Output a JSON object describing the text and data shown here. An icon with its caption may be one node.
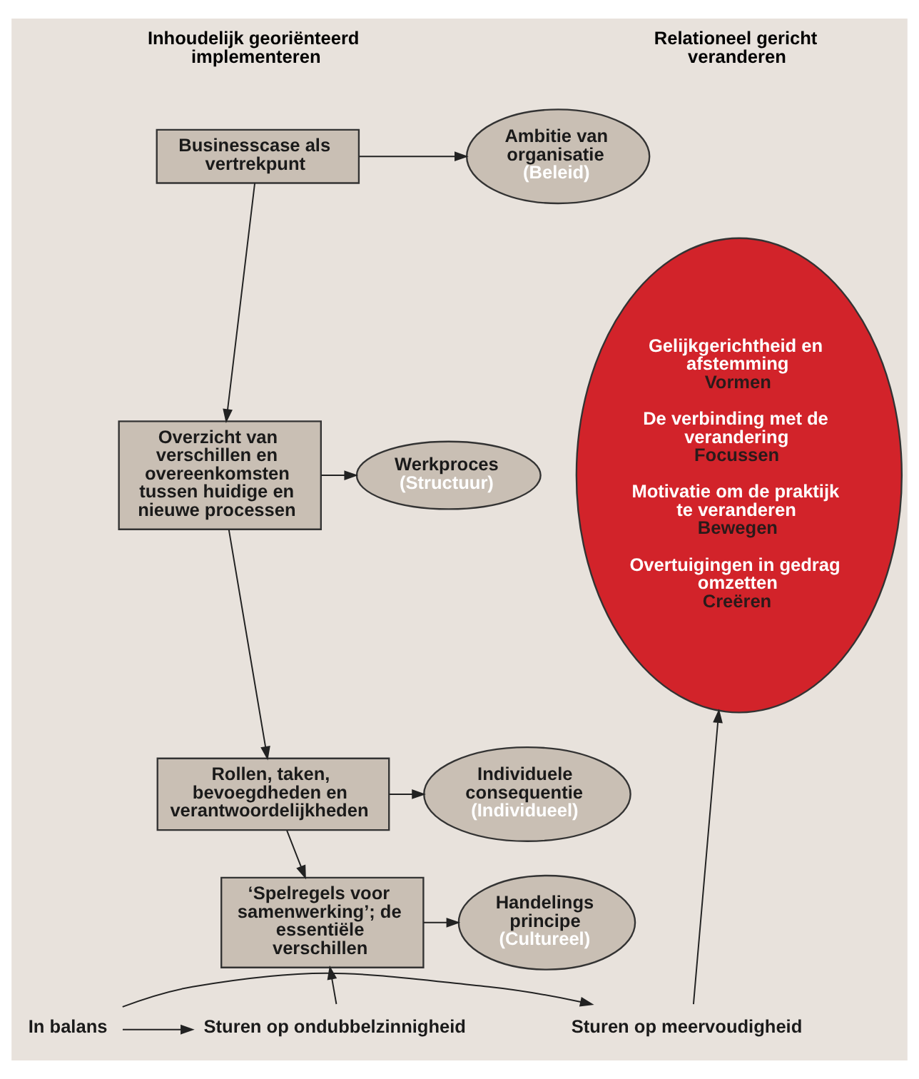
{
  "diagram": {
    "nodes": [
      {
        "text": [
          "Businesscase als vertrekpunt"
        ]
      },
      {
        "text": [
          "Overzicht van verschillen en overeenkomsten tussen huidige en nieuwe processen"
        ]
      },
      {
        "text": [
          "Rollen, taken, bevoegdheden en verantwoordelijkheden"
        ]
      },
      {
        "text": [
          "‘Spelregels voor samenwerking’; de essentiële verschillen"
        ]
      },
      {
        "text": [
          "Ambitie van organisatie",
          "(Beleid)"
        ]
      },
      {
        "text": [
          "Werkproces",
          "(Structuur)"
        ]
      },
      {
        "text": [
          "Individuele consequentie",
          "(Individueel)"
        ]
      },
      {
        "text": [
          "Handelings principe",
          "(Cultureel)"
        ]
      },
      {
        "text": [
          "Gelijkgerichtheid en afstemming",
          "Vormen",
          "De verbinding met de verandering",
          "Focussen",
          "Motivatie om de praktijk te veranderen",
          "Bewegen",
          "Overtuigingen in gedrag omzetten",
          "Creëren"
        ]
      },
      {
        "text": [
          "Sturen op ondubbelzinnigheid"
        ]
      },
      {
        "text": [
          "In balans"
        ]
      },
      {
        "text": [
          "Sturen op meervoudigheid"
        ]
      }
    ],
    "edges": [
      {
        "from": 0,
        "to": 1,
        "arrow": "to"
      },
      {
        "from": 1,
        "to": 2,
        "arrow": "to"
      },
      {
        "from": 2,
        "to": 3,
        "arrow": "to"
      },
      {
        "from": 0,
        "to": 4,
        "arrow": "to"
      },
      {
        "from": 1,
        "to": 5,
        "arrow": "to"
      },
      {
        "from": 2,
        "to": 6,
        "arrow": "to"
      },
      {
        "from": 3,
        "to": 7,
        "arrow": "to"
      },
      {
        "from": 9,
        "to": 3,
        "arrow": "to"
      },
      {
        "from": 10,
        "to": 9,
        "arrow": "to"
      },
      {
        "from": 10,
        "to": 11,
        "arrow": "to"
      },
      {
        "from": 11,
        "to": 8,
        "arrow": "to"
      }
    ],
    "labels": [
      "Inhoudelijk georiënteerd implementeren",
      "Relationeel gericht veranderen"
    ]
  }
}
